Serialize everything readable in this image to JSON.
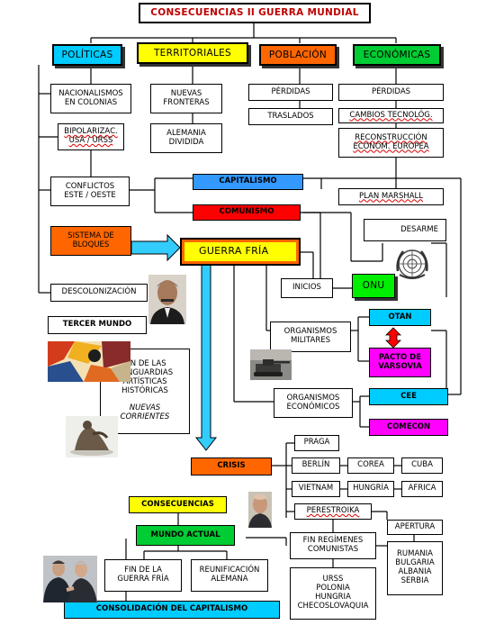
{
  "title": "CONSECUENCIAS II GUERRA MUNDIAL",
  "categories": {
    "politicas": "POLÍTICAS",
    "territoriales": "TERRITORIALES",
    "poblacion": "POBLACIÓN",
    "economicas": "ECONÓMICAS"
  },
  "politicas_items": {
    "nacionalismos": "NACIONALISMOS\nEN COLONIAS",
    "bipolarizac": "BIPOLARIZAC.\nUSA / URSS",
    "conflictos": "CONFLICTOS\nESTE / OESTE",
    "sistema_bloques": "SISTEMA DE\nBLOQUES",
    "descolonizacion": "DESCOLONIZACIÓN",
    "tercer_mundo": "TERCER MUNDO"
  },
  "territoriales_items": {
    "nuevas_fronteras": "NUEVAS\nFRONTERAS",
    "alemania_dividida": "ALEMANIA\nDIVIDIDA"
  },
  "poblacion_items": {
    "perdidas": "PÉRDIDAS",
    "traslados": "TRASLADOS"
  },
  "economicas_items": {
    "perdidas": "PÉRDIDAS",
    "cambios": "CAMBIOS TECNOLÓG.",
    "reconstruccion": "RECONSTRUCCIÓN\nECONÓM. EUROPEA",
    "plan_marshall": "PLAN MARSHALL"
  },
  "ideologies": {
    "capitalismo": "CAPITALISMO",
    "comunismo": "COMUNISMO"
  },
  "guerra_fria": {
    "title": "GUERRA FRÍA",
    "desarme": "DESARME",
    "inicios": "INICIOS",
    "onu": "ONU",
    "org_militares": "ORGANISMOS\nMILITARES",
    "otan": "OTAN",
    "pacto_varsovia": "PACTO DE\nVARSOVIA",
    "org_economicos": "ORGANISMOS\nECONÓMICOS",
    "cee": "CEE",
    "comecon": "COMECON",
    "vanguardias": "FIN DE LAS\nVANGUARDIAS\nARTÍSTICAS\nHISTÓRICAS",
    "nuevas_corrientes": "NUEVAS\nCORRIENTES"
  },
  "crisis": {
    "title": "CRISIS",
    "praga": "PRAGA",
    "berlin": "BERLÍN",
    "corea": "COREA",
    "cuba": "CUBA",
    "vietnam": "VIETNAM",
    "hungria": "HUNGRÍA",
    "africa": "AFRICA",
    "perestroika": "PERESTROIKA"
  },
  "consecuencias": {
    "title": "CONSECUENCIAS",
    "apertura": "APERTURA",
    "mundo_actual": "MUNDO ACTUAL",
    "fin_regimenes": "FIN REGÍMENES\nCOMUNISTAS",
    "paises_este": "RUMANIA\nBULGARIA\nALBANIA\nSERBIA",
    "fin_guerra_fria": "FIN DE LA\nGUERRA FRÍA",
    "reunificacion": "REUNIFICACIÓN\nALEMANA",
    "paises_urss": "URSS\nPOLONIA\nHUNGRIA\nCHECOSLOVAQUIA",
    "consolidacion": "CONSOLIDACIÓN DEL CAPITALISMO"
  },
  "colors": {
    "politicas": "#00ccff",
    "territoriales": "#ffff00",
    "poblacion": "#ff6600",
    "economicas": "#00cc33",
    "capitalismo": "#3399ff",
    "comunismo": "#ff0000",
    "sistema_bloques": "#ff6600",
    "guerra_fria_frame": "#ff6600",
    "guerra_fria_fill": "#ffff00",
    "onu": "#00ee00",
    "otan": "#00ccff",
    "pacto": "#ff00ff",
    "cee": "#00ccff",
    "comecon": "#ff00ff",
    "arrow": "#33ccff",
    "crisis": "#ff6600",
    "consecuencias": "#ffff00",
    "mundo_actual": "#00cc33",
    "consolidacion": "#00ccff",
    "red_arrow": "#ff0000"
  },
  "images": {
    "un_emblem": "un-emblem-icon",
    "nasser_portrait": "portrait-photo",
    "abstract_painting": "painting-image",
    "sculpture": "sculpture-image",
    "tank_photo": "tank-photo",
    "gorbachev_portrait": "portrait-photo",
    "leaders_photo": "leaders-photo"
  }
}
